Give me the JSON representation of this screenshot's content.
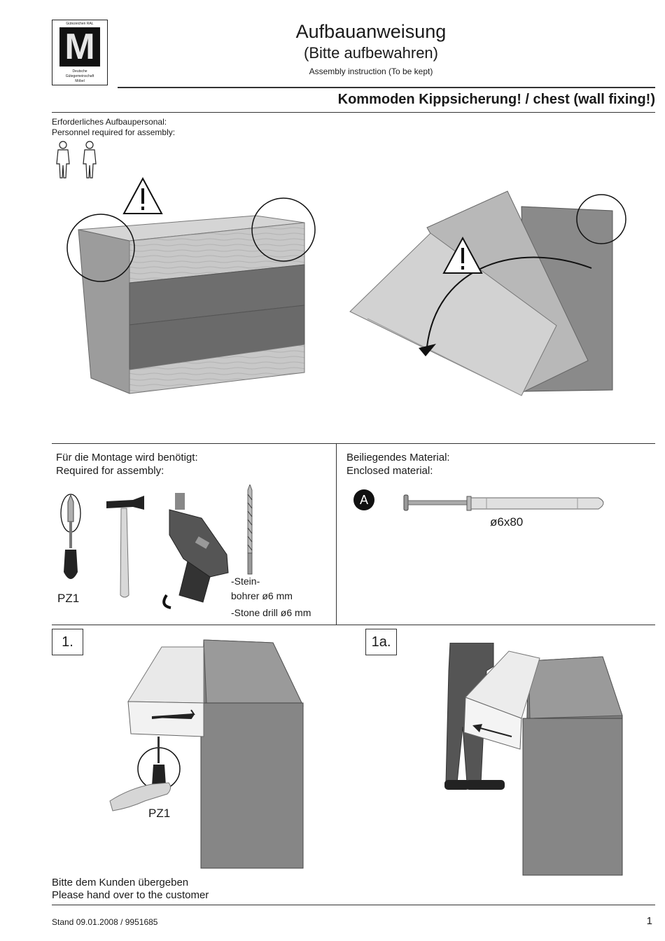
{
  "header": {
    "logo": {
      "top_text": "Gütezeichen RAL",
      "letter": "M",
      "bottom_lines": [
        "Deutsche",
        "Gütegemeinschaft",
        "Möbel"
      ]
    },
    "title": "Aufbauanweisung",
    "subtitle": "(Bitte aufbewahren)",
    "subtitle_en": "Assembly instruction (To be kept)",
    "product": "Kommoden Kippsicherung! / chest (wall fixing!)"
  },
  "personnel": {
    "label_de": "Erforderliches Aufbaupersonal:",
    "label_en": "Personnel required for assembly:",
    "persons": 2
  },
  "warning_icon": "warning-triangle-icon",
  "tools": {
    "heading_de": "Für die Montage wird benötigt:",
    "heading_en": "Required for assembly:",
    "screwdriver_label": "PZ1",
    "drill_label_de_1": "-Stein-",
    "drill_label_de_2": "bohrer ø6 mm",
    "drill_label_en": "-Stone drill ø6 mm"
  },
  "material": {
    "heading_de": "Beiliegendes Material:",
    "heading_en": "Enclosed material:",
    "badge": "A",
    "size": "ø6x80"
  },
  "steps": [
    {
      "number": "1.",
      "tool_label": "PZ1"
    },
    {
      "number": "1a."
    }
  ],
  "footer": {
    "handover_de": "Bitte dem Kunden übergeben",
    "handover_en": "Please hand over to the customer",
    "stand": "Stand 09.01.2008 / 9951685",
    "page": "1"
  },
  "colors": {
    "wood_light": "#c9c9c9",
    "wood_mid": "#9a9a9a",
    "wood_dark": "#6f6f6f",
    "ink": "#1a1a1a"
  }
}
